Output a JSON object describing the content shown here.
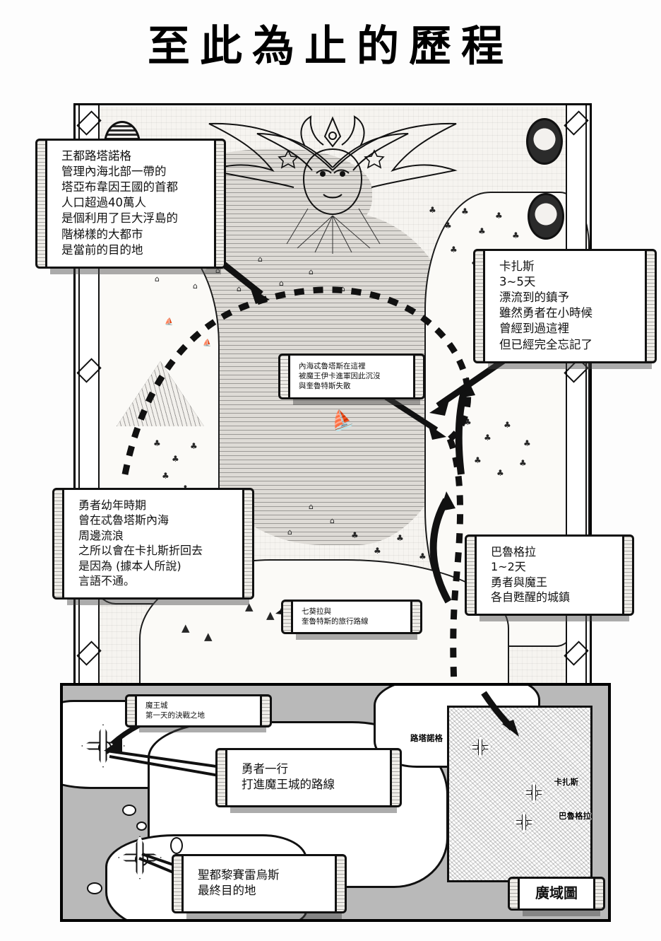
{
  "page": {
    "title": "至此為止的歷程"
  },
  "map": {
    "ornament": {
      "goddess_icon": "winged-goddess-emblem",
      "seal_left_top_icon": "striped-seal-emblem",
      "seal_right_top_icon": "flame-seal-emblem",
      "seal_right_mid_icon": "leaf-seal-emblem"
    },
    "annotations": [
      {
        "id": "rutanogu",
        "name": "scroll-royal-capital",
        "lines": [
          "王都路塔諾格",
          "管理內海北部一帶的",
          "塔亞布韋因王國的首都",
          "人口超過40萬人",
          "是個利用了巨大浮島的",
          "階梯樣的大都市",
          "是當前的目的地"
        ]
      },
      {
        "id": "kazasu",
        "name": "scroll-kazasu",
        "lines": [
          "卡扎斯",
          "3~5天",
          "漂流到的鎮予",
          "雖然勇者在小時候",
          "曾經到過這裡",
          "但已經完全忘記了"
        ]
      },
      {
        "id": "inner-sea",
        "name": "scroll-inner-sea",
        "lines": [
          "內海忒魯塔斯在這裡",
          "被魔王伊卡進軍因此沉沒",
          "與奎魯特斯失散"
        ]
      },
      {
        "id": "hero-childhood",
        "name": "scroll-hero-childhood",
        "lines": [
          "勇者幼年時期",
          "曾在忒魯塔斯內海",
          "周邊流浪",
          "之所以會在卡扎斯折回去",
          "是因為 (據本人所說)",
          "言語不通。"
        ]
      },
      {
        "id": "barugura",
        "name": "scroll-barugura",
        "lines": [
          "巴魯格拉",
          "1~2天",
          "勇者與魔王",
          "各自甦醒的城鎮"
        ]
      },
      {
        "id": "travel-route",
        "name": "scroll-travel-route",
        "lines": [
          "七葵拉與",
          "奎魯特斯的旅行路線"
        ]
      }
    ]
  },
  "bottom_panel": {
    "name": "wide-area-map-panel",
    "labels": [
      {
        "id": "demon-castle",
        "name": "label-demon-castle",
        "lines": [
          "魔王城",
          "第一天的決戰之地"
        ]
      },
      {
        "id": "hero-party-route",
        "name": "scroll-hero-party-route",
        "lines": [
          "勇者一行",
          "打進魔王城的路線"
        ]
      },
      {
        "id": "holy-capital",
        "name": "scroll-holy-capital",
        "lines": [
          "聖都黎賽雷烏斯",
          "最終目的地"
        ]
      }
    ],
    "inset": {
      "name": "inset-mini-map",
      "labels": [
        "路塔諾格",
        "卡扎斯",
        "巴魯格拉"
      ]
    },
    "caption": "廣域圖"
  },
  "colors": {
    "ink": "#0a0a0a",
    "paper": "#fdfdfd",
    "sea": "#dedbd6",
    "panel_gray": "#b9b9b9"
  }
}
